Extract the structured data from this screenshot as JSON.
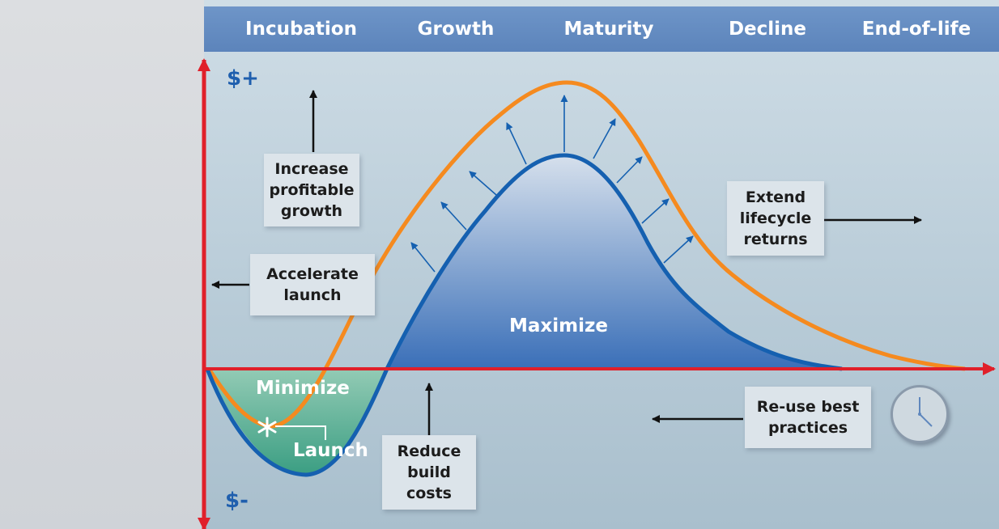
{
  "phases": [
    "Incubation",
    "Growth",
    "Maturity",
    "Decline",
    "End-of-life"
  ],
  "axis": {
    "top": "$+",
    "bottom": "$-"
  },
  "areas": {
    "positive": "Maximize",
    "negative": "Minimize",
    "launch": "Launch"
  },
  "boxes": {
    "increase_growth": "Increase\nprofitable\ngrowth",
    "accelerate_launch": "Accelerate\nlaunch",
    "extend_lifecycle": "Extend\nlifecycle\nreturns",
    "reduce_costs": "Reduce\nbuild\ncosts",
    "reuse_practices": "Re-use best\npractices"
  },
  "colors": {
    "axis": "#e0202a",
    "orange_curve": "#f58a1f",
    "blue_curve": "#1560b0",
    "phase_bar": "#5f87bd",
    "label_blue": "#1f5fae"
  },
  "icons": {
    "launch_marker": "asterisk-icon",
    "clock": "clock-icon"
  }
}
